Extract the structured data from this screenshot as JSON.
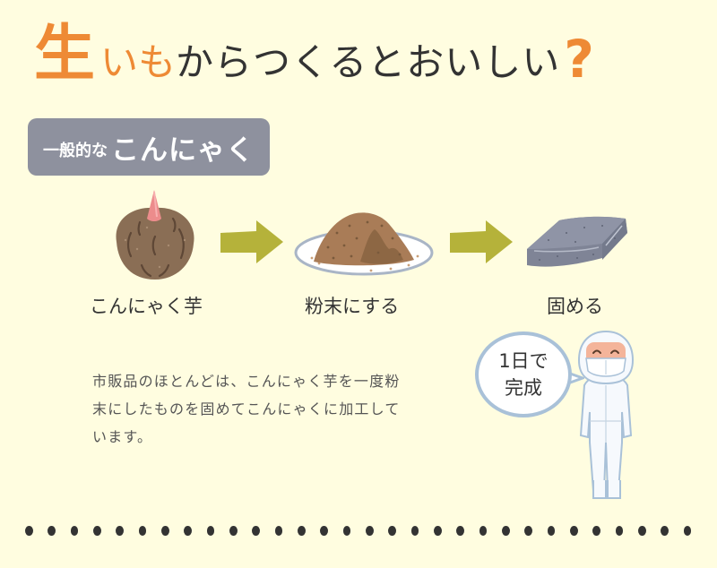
{
  "title": {
    "big_char": "生",
    "orange_part": "いも",
    "dark_part": "からつくるとおいしい",
    "question_mark": "?",
    "colors": {
      "accent": "#ee8a35",
      "text": "#333333"
    }
  },
  "badge": {
    "prefix": "一般的な",
    "main": "こんにゃく",
    "background": "#8e919e"
  },
  "steps": [
    {
      "icon": "konjac-potato-icon",
      "label": "こんにゃく芋"
    },
    {
      "icon": "powder-plate-icon",
      "label": "粉末にする"
    },
    {
      "icon": "konjac-block-icon",
      "label": "固める"
    }
  ],
  "arrows": {
    "color": "#b5b23a"
  },
  "description": {
    "lines": [
      "市販品のほとんどは、こんにゃく芋を一度粉",
      "末にしたものを固めてこんにゃくに加工して",
      "います。"
    ]
  },
  "speech_bubble": {
    "line1": "1日で",
    "line2": "完成"
  },
  "worker": {
    "icon": "factory-worker-icon"
  },
  "divider": {
    "dot_count": 30
  },
  "page": {
    "background": "#fffde0"
  }
}
